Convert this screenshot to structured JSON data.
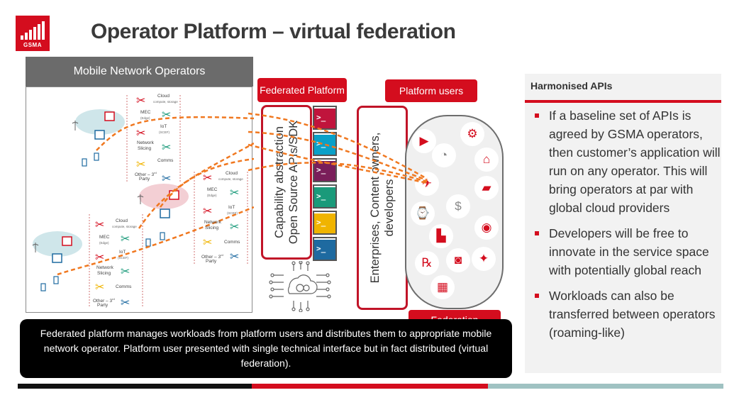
{
  "title": "Operator Platform – virtual federation",
  "logo_text": "GSMA",
  "mno": {
    "header": "Mobile Network Operators",
    "cluster_labels": {
      "cloud": "Cloud",
      "cloud_sub": "compute, storage",
      "mec": "MEC",
      "mec_sub": "(Edge)",
      "iot": "IoT",
      "iot_sub": "(SCEF)",
      "network": "Network",
      "slicing": "Slicing",
      "comms": "Comms",
      "other": "Other – 3",
      "other_sup": "rd",
      "party": "Party"
    }
  },
  "federated_platform_label": "Federated Platform",
  "platform_users_label": "Platform users",
  "federation_label": "Federation",
  "capability_line1": "Capability abstraction",
  "capability_line2": "Open Source APIs/SDK",
  "enterprises_line1": "Enterprises, Content owners,",
  "enterprises_line2": "developers",
  "api_colors": [
    "#c0143c",
    "#0aa0c8",
    "#7a1e5a",
    "#1a9a7a",
    "#f0b400",
    "#1e6aa0"
  ],
  "harmonised": {
    "title": "Harmonised APIs",
    "bullets": [
      "If a baseline set of APIs is agreed by GSMA operators, then customer’s application will run on any operator. This will bring operators at par with global cloud providers",
      "Developers will be free to innovate in the service space with potentially global reach",
      "Workloads can also be transferred between operators (roaming-like)"
    ]
  },
  "caption": "Federated platform manages workloads from platform users and distributes them to appropriate mobile network operator. Platform user presented with single technical interface but in fact distributed (virtual federation).",
  "colors": {
    "brand_red": "#d40d1e",
    "dark_gray": "#6b6b6b",
    "teal": "#9fc2c2",
    "arrow_orange": "#f07820"
  },
  "icons": [
    "video-icon",
    "robot-arm-icon",
    "gauge-icon",
    "bank-icon",
    "drone-icon",
    "delivery-truck-icon",
    "smartwatch-icon",
    "payment-phone-icon",
    "autonomous-car-icon",
    "factory-icon",
    "prescription-icon",
    "vr-headset-icon",
    "airport-icon",
    "city-icon"
  ]
}
